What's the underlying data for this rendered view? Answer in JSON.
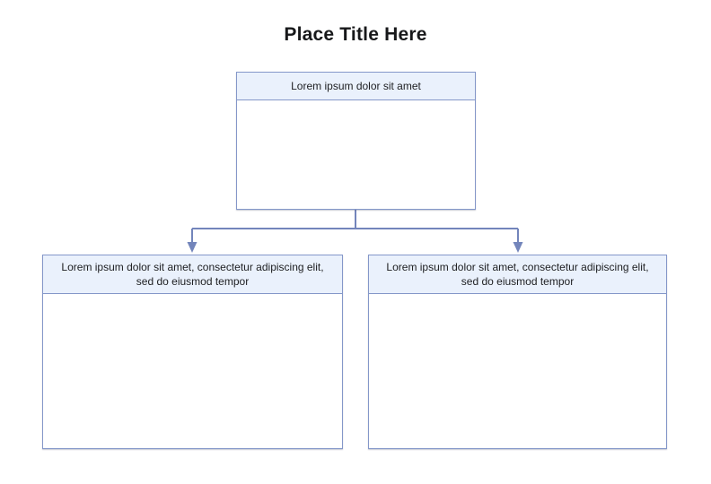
{
  "title": "Place Title Here",
  "colors": {
    "background": "#ffffff",
    "box_border": "#8497c9",
    "header_fill": "#eaf1fc",
    "body_fill": "#ffffff",
    "connector": "#7385bb",
    "text": "#202124",
    "title_text": "#17181a"
  },
  "diagram": {
    "type": "hierarchy",
    "root": {
      "header": "Lorem ipsum dolor sit amet",
      "body": ""
    },
    "children": [
      {
        "header": "Lorem ipsum dolor sit amet, consectetur adipiscing elit, sed do eiusmod tempor",
        "body": ""
      },
      {
        "header": "Lorem ipsum dolor sit amet, consectetur adipiscing elit, sed do eiusmod tempor",
        "body": ""
      }
    ]
  }
}
